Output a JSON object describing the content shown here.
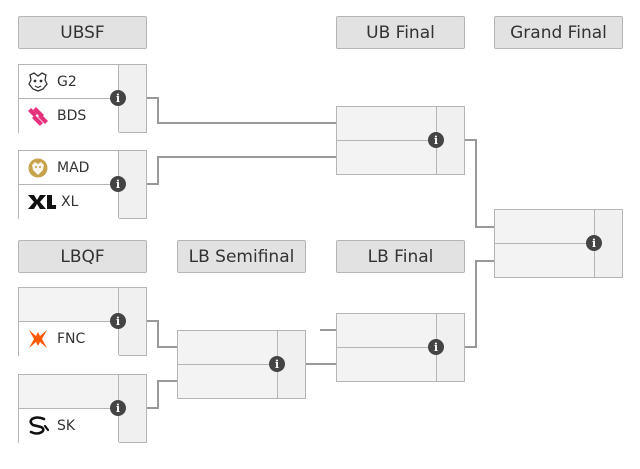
{
  "headers": {
    "ubsf": "UBSF",
    "ub_final": "UB Final",
    "grand_final": "Grand Final",
    "lbqf": "LBQF",
    "lb_semifinal": "LB Semifinal",
    "lb_final": "LB Final"
  },
  "matches": {
    "ubsf1": {
      "team1": "G2",
      "team2": "BDS",
      "team1_logo": "g2-logo",
      "team2_logo": "bds-logo"
    },
    "ubsf2": {
      "team1": "MAD",
      "team2": "XL",
      "team1_logo": "mad-lions-logo",
      "team2_logo": "excel-logo"
    },
    "lbqf1": {
      "team1": "",
      "team2": "FNC",
      "team2_logo": "fnatic-logo"
    },
    "lbqf2": {
      "team1": "",
      "team2": "SK",
      "team2_logo": "sk-gaming-logo"
    },
    "ub_final": {
      "team1": "",
      "team2": ""
    },
    "lb_semifinal": {
      "team1": "",
      "team2": ""
    },
    "lb_final": {
      "team1": "",
      "team2": ""
    },
    "grand_final": {
      "team1": "",
      "team2": ""
    }
  },
  "info_icon_glyph": "i",
  "colors": {
    "bds": "#e6317d",
    "fnatic": "#ff5900",
    "mad_lions": "#c8a24a",
    "line": "#999999"
  }
}
